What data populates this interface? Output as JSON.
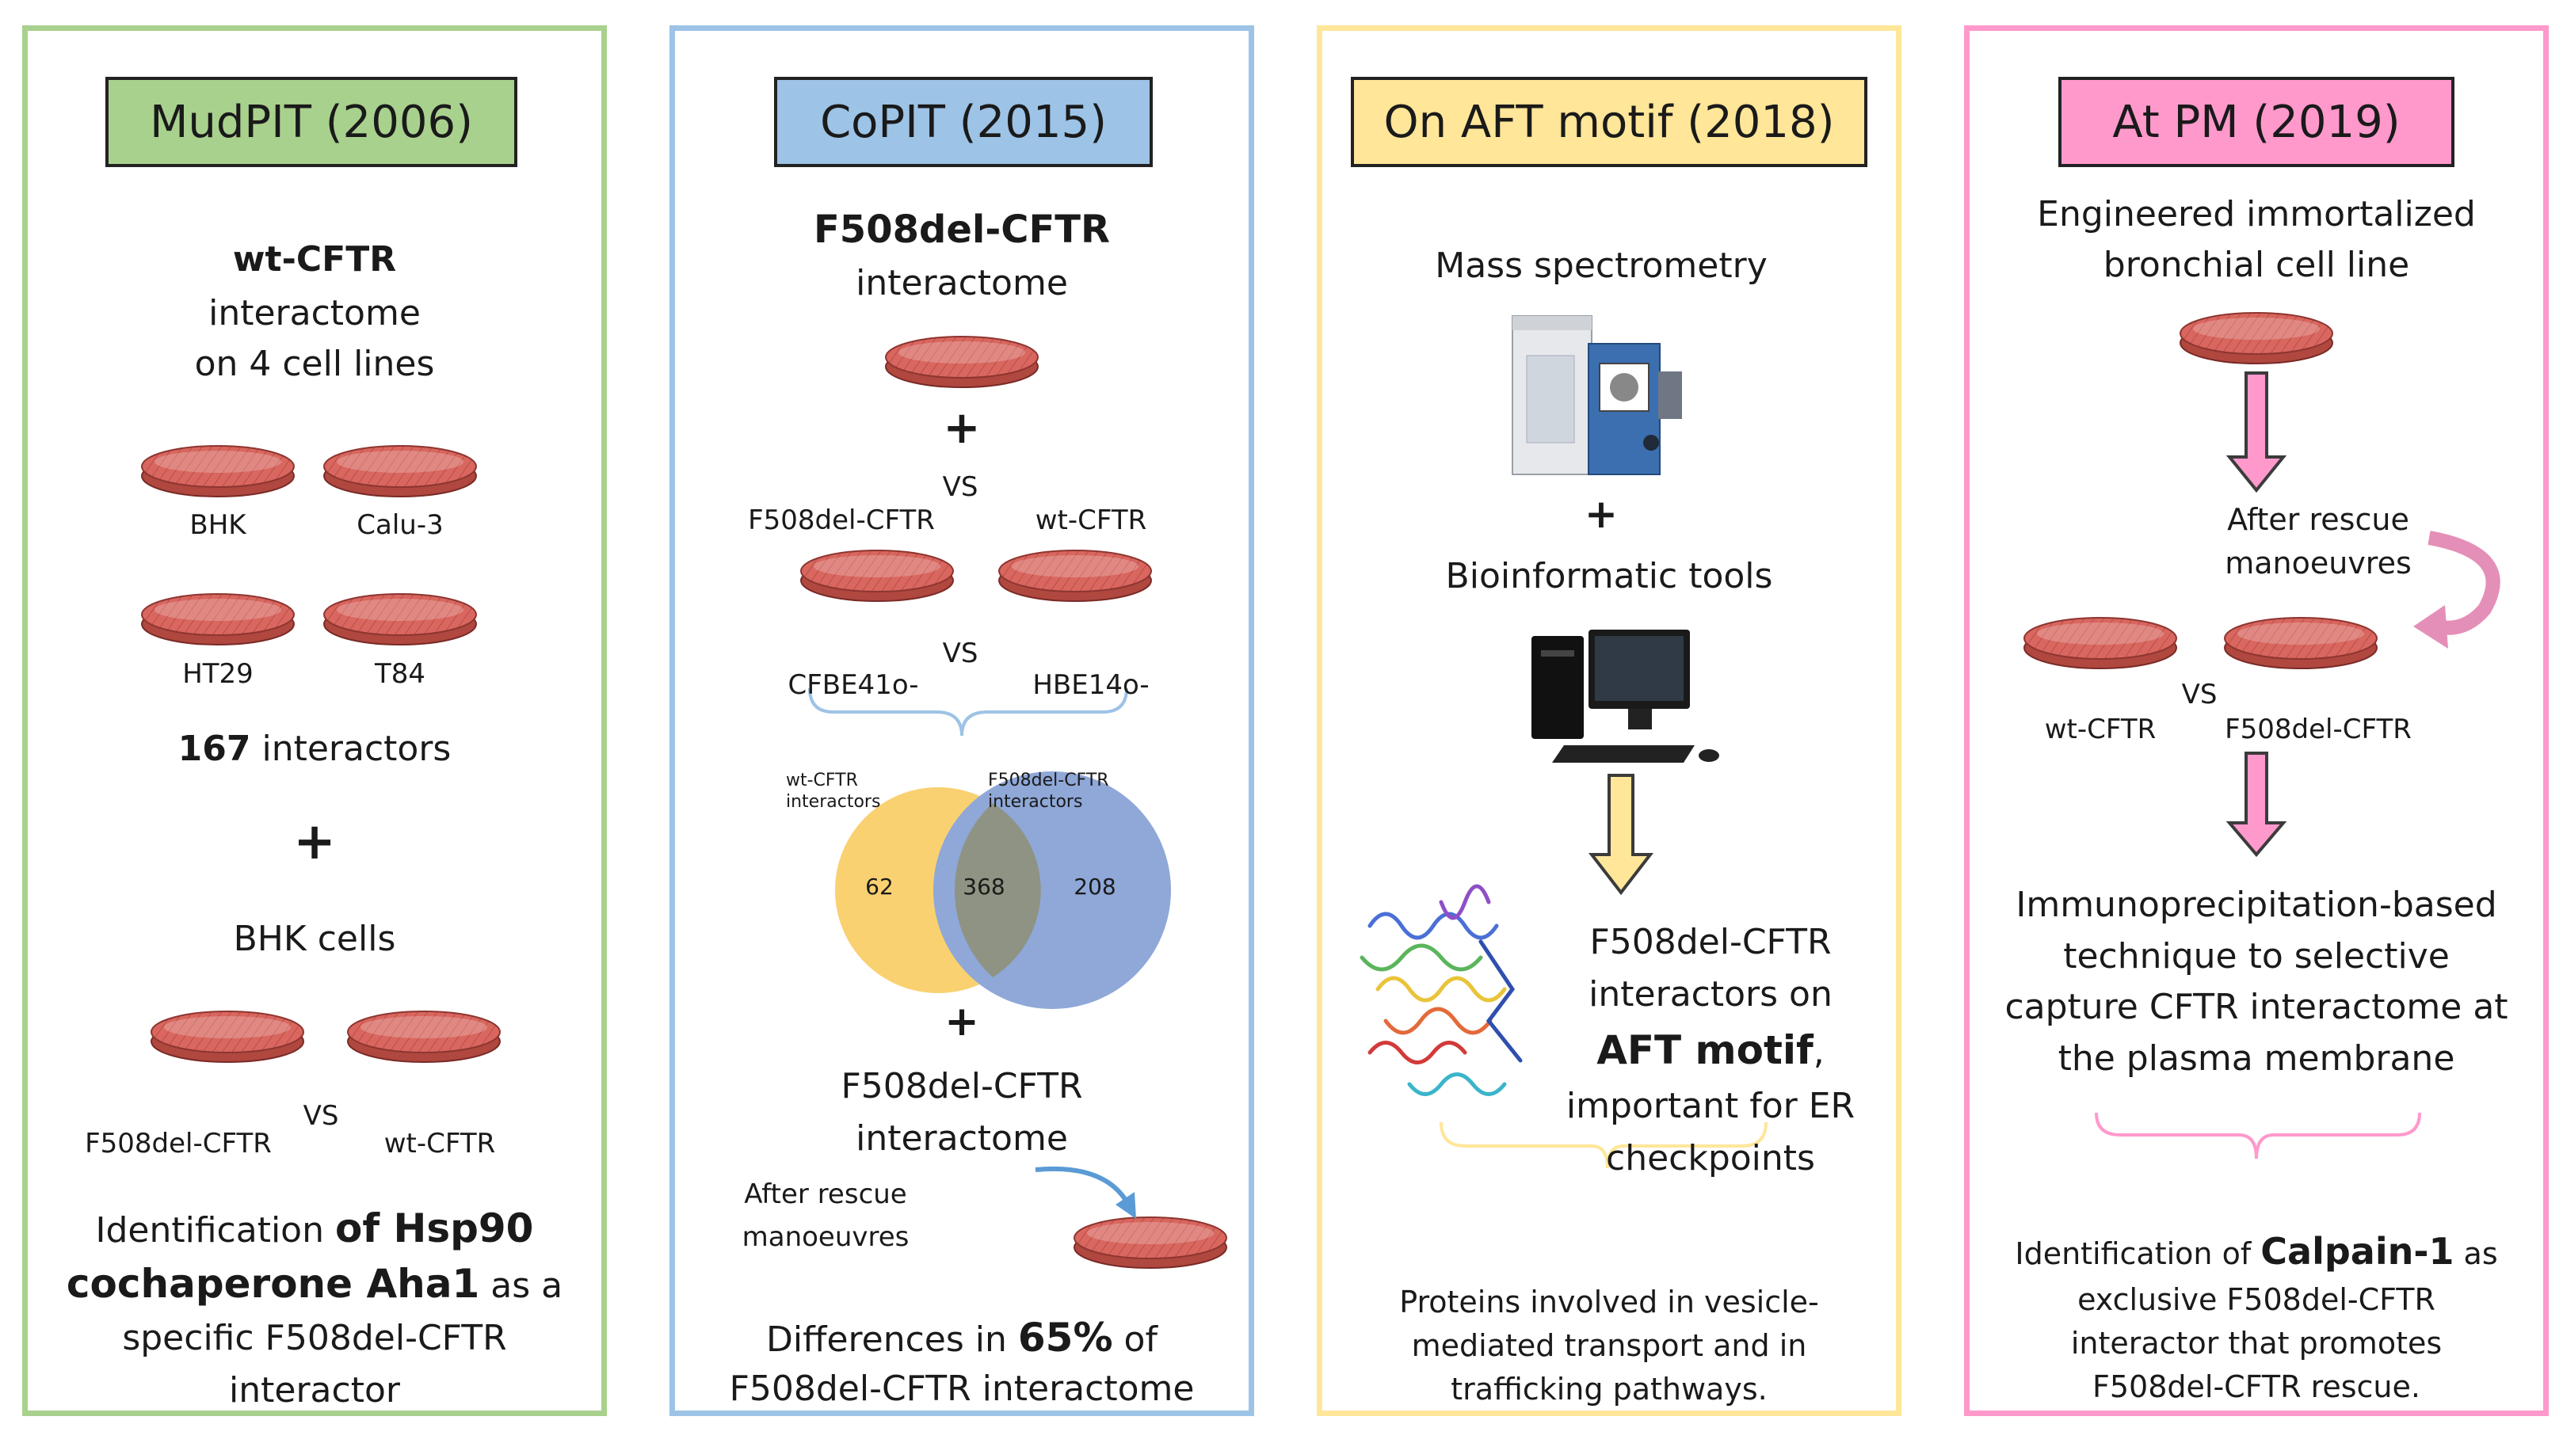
{
  "colors": {
    "green": "#a9d18e",
    "blue": "#9dc3e6",
    "yellow": "#ffe699",
    "pink": "#ff99cc",
    "dish": "#d9675f",
    "venn_left": "#f9d171",
    "venn_right": "#8fa8d8",
    "venn_overlap": "#8f9383"
  },
  "panel1": {
    "title": "MudPIT (2006)",
    "subject": "wt-CFTR",
    "sub1": "interactome",
    "sub2": "on 4 cell lines",
    "cells": [
      "BHK",
      "Calu-3",
      "HT29",
      "T84"
    ],
    "count": "167",
    "count_label": "interactors",
    "plus": "+",
    "bhk_cells": "BHK cells",
    "left_label": "F508del-CFTR",
    "vs": "VS",
    "right_label": "wt-CFTR",
    "result": {
      "l1_a": "Identification ",
      "l1_b": "of Hsp90",
      "l2_a": "cochaperone Aha1",
      "l2_b": " as a",
      "l3": "specific F508del-CFTR",
      "l4": "interactor"
    }
  },
  "panel2": {
    "title": "CoPIT (2015)",
    "subject": "F508del-CFTR",
    "sub": "interactome",
    "plus": "+",
    "vs1": "VS",
    "left1": "F508del-CFTR",
    "right1": "wt-CFTR",
    "vs2": "VS",
    "left2": "CFBE41o-",
    "right2": "HBE14o-",
    "venn": {
      "left_title_1": "wt-CFTR",
      "left_title_2": "interactors",
      "right_title_1": "F508del-CFTR",
      "right_title_2": "interactors",
      "left": "62",
      "overlap": "368",
      "right": "208"
    },
    "plus2": "+",
    "interactome_1": "F508del-CFTR",
    "interactome_2": "interactome",
    "rescue_1": "After rescue",
    "rescue_2": "manoeuvres",
    "diff_a": "Differences in ",
    "diff_b": "65%",
    "diff_c": " of",
    "diff_2": "F508del-CFTR interactome"
  },
  "panel3": {
    "title": "On AFT motif (2018)",
    "mass_spec": "Mass spectrometry",
    "plus": "+",
    "bioinf": "Bioinformatic tools",
    "desc_1": "F508del-CFTR",
    "desc_2": "interactors on",
    "desc_3a": "AFT motif",
    "desc_3b": ",",
    "desc_4": "important for ER",
    "desc_5": "checkpoints",
    "result_1": "Proteins involved in vesicle-",
    "result_2": "mediated transport and in",
    "result_3": "trafficking pathways."
  },
  "panel4": {
    "title": "At PM (2019)",
    "sub_1": "Engineered immortalized",
    "sub_2": "bronchial cell line",
    "rescue_1": "After rescue",
    "rescue_2": "manoeuvres",
    "vs": "VS",
    "left": "wt-CFTR",
    "right": "F508del-CFTR",
    "desc_1": "Immunoprecipitation-based",
    "desc_2": "technique to selective",
    "desc_3": "capture CFTR interactome at",
    "desc_4": "the plasma membrane",
    "result_1a": "Identification of ",
    "result_1b": "Calpain-1",
    "result_1c": " as",
    "result_2": "exclusive F508del-CFTR",
    "result_3": "interactor that promotes",
    "result_4": "F508del-CFTR rescue."
  }
}
